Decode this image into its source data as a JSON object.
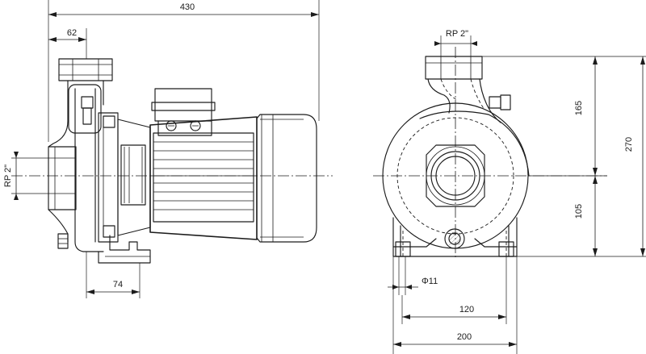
{
  "side_view": {
    "overall_length": "430",
    "inlet_offset": "62",
    "inlet_size": "RP 2\"",
    "foot_offset": "74"
  },
  "front_view": {
    "outlet_size": "RP 2\"",
    "shaft_to_top": "165",
    "shaft_to_base": "105",
    "overall_height": "270",
    "bolt_hole": "Φ11",
    "hole_spacing": "120",
    "base_width": "200"
  }
}
